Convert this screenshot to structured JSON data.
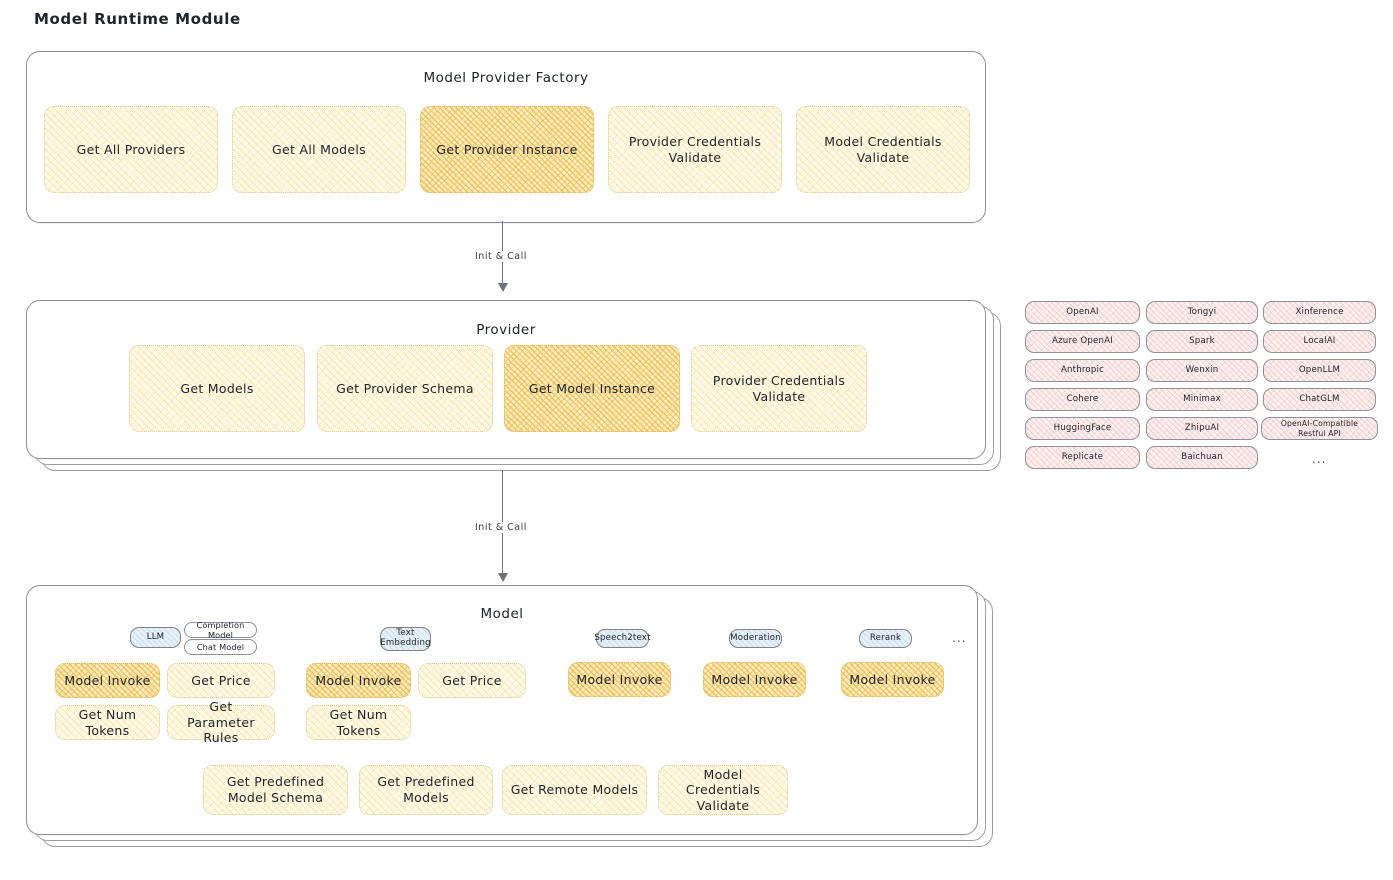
{
  "page": {
    "title": "Model Runtime Module"
  },
  "factory": {
    "title": "Model Provider Factory",
    "nodes": [
      {
        "label": "Get All Providers",
        "highlight": false
      },
      {
        "label": "Get All Models",
        "highlight": false
      },
      {
        "label": "Get Provider Instance",
        "highlight": true
      },
      {
        "label": "Provider Credentials Validate",
        "highlight": false
      },
      {
        "label": "Model Credentials Validate",
        "highlight": false
      }
    ]
  },
  "arrows": [
    {
      "label": "Init & Call"
    },
    {
      "label": "Init & Call"
    }
  ],
  "provider": {
    "title": "Provider",
    "nodes": [
      {
        "label": "Get Models",
        "highlight": false
      },
      {
        "label": "Get Provider Schema",
        "highlight": false
      },
      {
        "label": "Get Model Instance",
        "highlight": true
      },
      {
        "label": "Provider Credentials Validate",
        "highlight": false
      }
    ]
  },
  "provider_list": {
    "columns": [
      [
        "OpenAI",
        "Azure OpenAI",
        "Anthropic",
        "Cohere",
        "HuggingFace",
        "Replicate"
      ],
      [
        "Tongyi",
        "Spark",
        "Wenxin",
        "Minimax",
        "ZhipuAI",
        "Baichuan"
      ],
      [
        "Xinference",
        "LocalAI",
        "OpenLLM",
        "ChatGLM",
        "OpenAI-Compatible Restful API"
      ]
    ],
    "more": "..."
  },
  "model": {
    "title": "Model",
    "more": "...",
    "capabilities": [
      {
        "badge": "LLM",
        "tags": [
          "Completion Model",
          "Chat Model"
        ],
        "methods": [
          "Model Invoke",
          "Get Price",
          "Get Num Tokens",
          "Get Parameter Rules"
        ]
      },
      {
        "badge": "Text Embedding",
        "tags": [],
        "methods": [
          "Model Invoke",
          "Get Price",
          "Get Num Tokens"
        ]
      },
      {
        "badge": "Speech2text",
        "tags": [],
        "methods": [
          "Model Invoke"
        ]
      },
      {
        "badge": "Moderation",
        "tags": [],
        "methods": [
          "Model Invoke"
        ]
      },
      {
        "badge": "Rerank",
        "tags": [],
        "methods": [
          "Model Invoke"
        ]
      }
    ],
    "common": [
      "Get Predefined Model Schema",
      "Get Predefined Models",
      "Get Remote Models",
      "Model Credentials Validate"
    ]
  },
  "colors": {
    "highlight_fill": "#fdeec6",
    "light_fill": "#fffaea",
    "provider_chip": "#fdf0f0",
    "badge": "#e7f1f9",
    "stroke": "#8e9197"
  }
}
